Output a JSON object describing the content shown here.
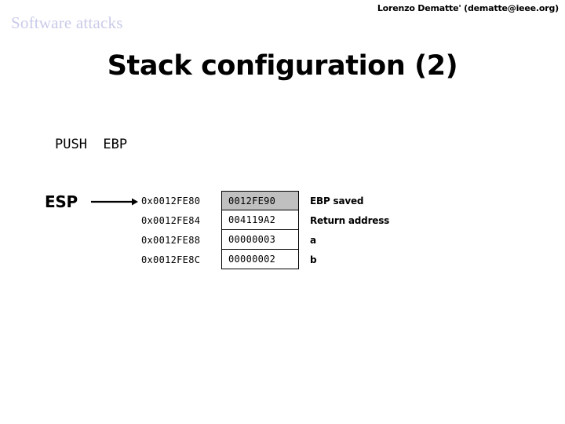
{
  "header": {
    "section_title": "Software attacks",
    "author": "Lorenzo Dematte' (dematte@ieee.org)",
    "section_title_color": "#c9cbe8"
  },
  "slide": {
    "title": "Stack configuration (2)",
    "code_line": "PUSH  EBP",
    "pointer_label": "ESP",
    "pointer_icon": "right-arrow-icon"
  },
  "stack": {
    "highlight_color": "#c0c0c0",
    "rows": [
      {
        "address": "0x0012FE80",
        "value": "0012FE90",
        "description": "EBP saved",
        "highlighted": true
      },
      {
        "address": "0x0012FE84",
        "value": "004119A2",
        "description": "Return address",
        "highlighted": false
      },
      {
        "address": "0x0012FE88",
        "value": "00000003",
        "description": "a",
        "highlighted": false
      },
      {
        "address": "0x0012FE8C",
        "value": "00000002",
        "description": "b",
        "highlighted": false
      }
    ]
  }
}
